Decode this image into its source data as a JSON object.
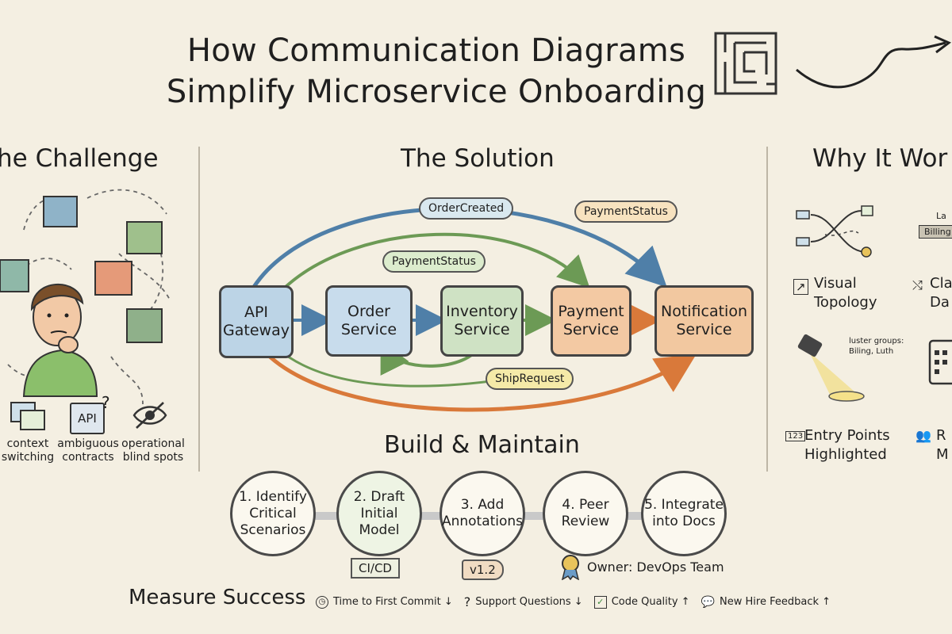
{
  "title": "How Communication Diagrams\nSimplify Microservice Onboarding",
  "challenge": {
    "heading": "he Challenge",
    "labels": [
      "context\nswitching",
      "ambiguous\ncontracts",
      "operational\nblind spots"
    ],
    "api_badge": "API",
    "question_mark": "?"
  },
  "solution": {
    "heading": "The Solution",
    "nodes": [
      {
        "label": "API\nGateway",
        "color": "#bcd4e6"
      },
      {
        "label": "Order\nService",
        "color": "#c8dcec"
      },
      {
        "label": "Inventory\nService",
        "color": "#cfe2c4"
      },
      {
        "label": "Payment\nService",
        "color": "#f3c9a3"
      },
      {
        "label": "Notification\nService",
        "color": "#f2c8a0"
      }
    ],
    "bubbles": {
      "order_created": "OrderCreated",
      "payment_status_top": "PaymentStatus",
      "payment_status_mid": "PaymentStatus",
      "ship_request": "ShipRequest"
    }
  },
  "why": {
    "heading": "Why It Wor",
    "items": [
      {
        "label": "Visual\nTopology",
        "icon": "chart-icon"
      },
      {
        "label": "Cla\nDa",
        "icon": "share-icon"
      },
      {
        "label": "Entry Points\nHighlighted",
        "icon": "calendar-icon"
      },
      {
        "label": "R\nM",
        "icon": "people-icon"
      }
    ],
    "spot_note": "luster groups:\nBiling, Luth",
    "card_layer": "La",
    "card_billing": "Billing"
  },
  "build": {
    "heading": "Build & Maintain",
    "steps": [
      "1. Identify\nCritical\nScenarios",
      "2. Draft\nInitial\nModel",
      "3. Add\nAnnotations",
      "4. Peer\nReview",
      "5. Integrate\ninto Docs"
    ],
    "tag_ci": "CI/CD",
    "tag_version": "v1.2",
    "owner": "Owner: DevOps Team"
  },
  "measure": {
    "heading": "Measure Success",
    "metrics": [
      {
        "label": "Time to First Commit ↓",
        "icon": "clock-icon"
      },
      {
        "label": "Support Questions ↓",
        "icon": "question-icon"
      },
      {
        "label": "Code Quality ↑",
        "icon": "check-icon"
      },
      {
        "label": "New Hire Feedback ↑",
        "icon": "chat-icon"
      }
    ]
  },
  "colors": {
    "blue_arrow": "#4f7fa8",
    "green_arrow": "#6c9a55",
    "orange_arrow": "#d9793a",
    "bubble_blue": "#d9e8ef",
    "bubble_green": "#dceccd",
    "bubble_orange": "#f7e2bf",
    "bubble_yellow": "#f5eaa8"
  }
}
